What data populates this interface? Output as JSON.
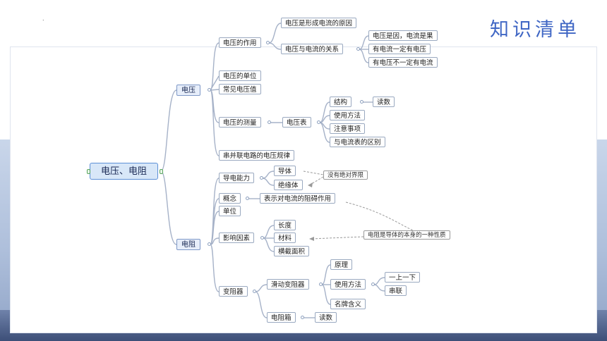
{
  "header": {
    "title": "知识清单",
    "marker": "."
  },
  "mindmap": {
    "root": "电压、电阻",
    "voltage": {
      "label": "电压",
      "role": "电压的作用",
      "role_cause": "电压是形成电流的原因",
      "relation": "电压与电流的关系",
      "rel_1": "电压是因，电流是果",
      "rel_2": "有电流一定有电压",
      "rel_3": "有电压不一定有电流",
      "unit": "电压的单位",
      "common": "常见电压值",
      "measure": "电压的测量",
      "meter": "电压表",
      "structure": "结构",
      "reading": "读数",
      "usage": "使用方法",
      "caution": "注意事项",
      "diff": "与电流表的区别",
      "rule": "串并联电路的电压规律"
    },
    "resistance": {
      "label": "电阻",
      "conduct": "导电能力",
      "conductor": "导体",
      "insulator": "绝缘体",
      "no_boundary": "没有绝对界限",
      "concept": "概念",
      "concept_def": "表示对电流的阻碍作用",
      "unit": "单位",
      "factors": "影响因素",
      "length": "长度",
      "material": "材料",
      "area": "横截面积",
      "property_note": "电阻是导体的本身的一种性质",
      "rheostat": "变阻器",
      "slide": "滑动变阻器",
      "principle": "原理",
      "slide_usage": "使用方法",
      "one_up": "一上一下",
      "series": "串联",
      "nameplate": "名牌含义",
      "box": "电阻箱",
      "box_reading": "读数"
    }
  }
}
